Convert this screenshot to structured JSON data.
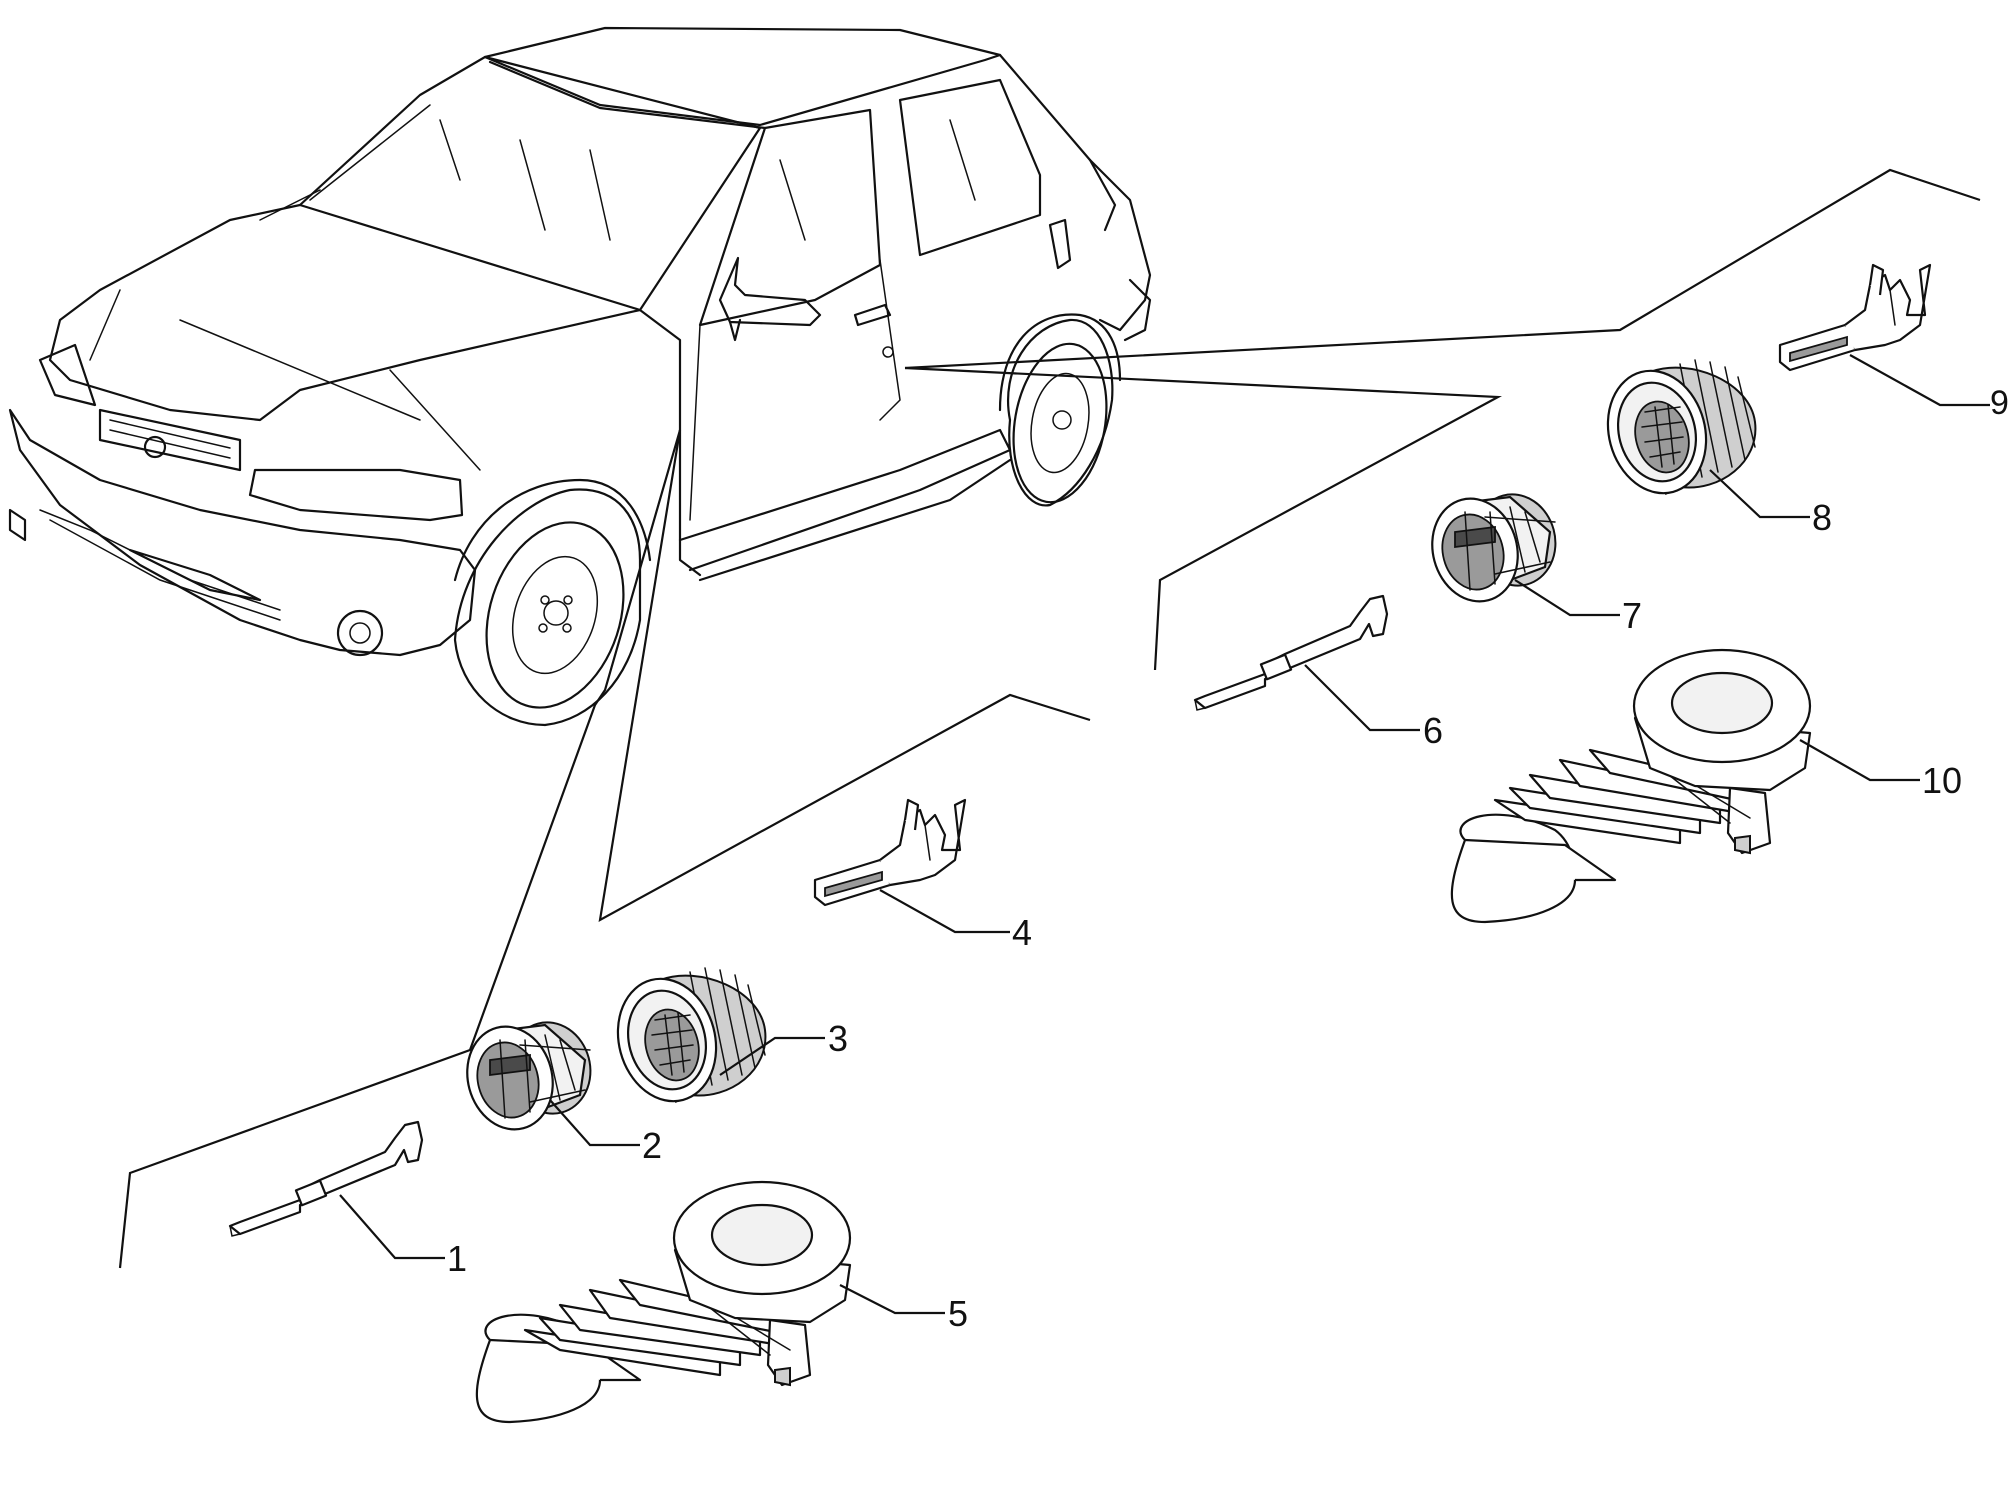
{
  "diagram": {
    "callouts": [
      {
        "id": "1",
        "label": "1"
      },
      {
        "id": "2",
        "label": "2"
      },
      {
        "id": "3",
        "label": "3"
      },
      {
        "id": "4",
        "label": "4"
      },
      {
        "id": "5",
        "label": "5"
      },
      {
        "id": "6",
        "label": "6"
      },
      {
        "id": "7",
        "label": "7"
      },
      {
        "id": "8",
        "label": "8"
      },
      {
        "id": "9",
        "label": "9"
      },
      {
        "id": "10",
        "label": "10"
      }
    ],
    "parts": [
      {
        "name": "pin-terminal",
        "callout": "1"
      },
      {
        "name": "connector-housing",
        "callout": "2"
      },
      {
        "name": "connector-socket",
        "callout": "3"
      },
      {
        "name": "crimp-terminal",
        "callout": "4"
      },
      {
        "name": "grommet",
        "callout": "5"
      },
      {
        "name": "pin-terminal",
        "callout": "6"
      },
      {
        "name": "connector-housing",
        "callout": "7"
      },
      {
        "name": "connector-socket",
        "callout": "8"
      },
      {
        "name": "crimp-terminal",
        "callout": "9"
      },
      {
        "name": "grommet",
        "callout": "10"
      }
    ]
  }
}
